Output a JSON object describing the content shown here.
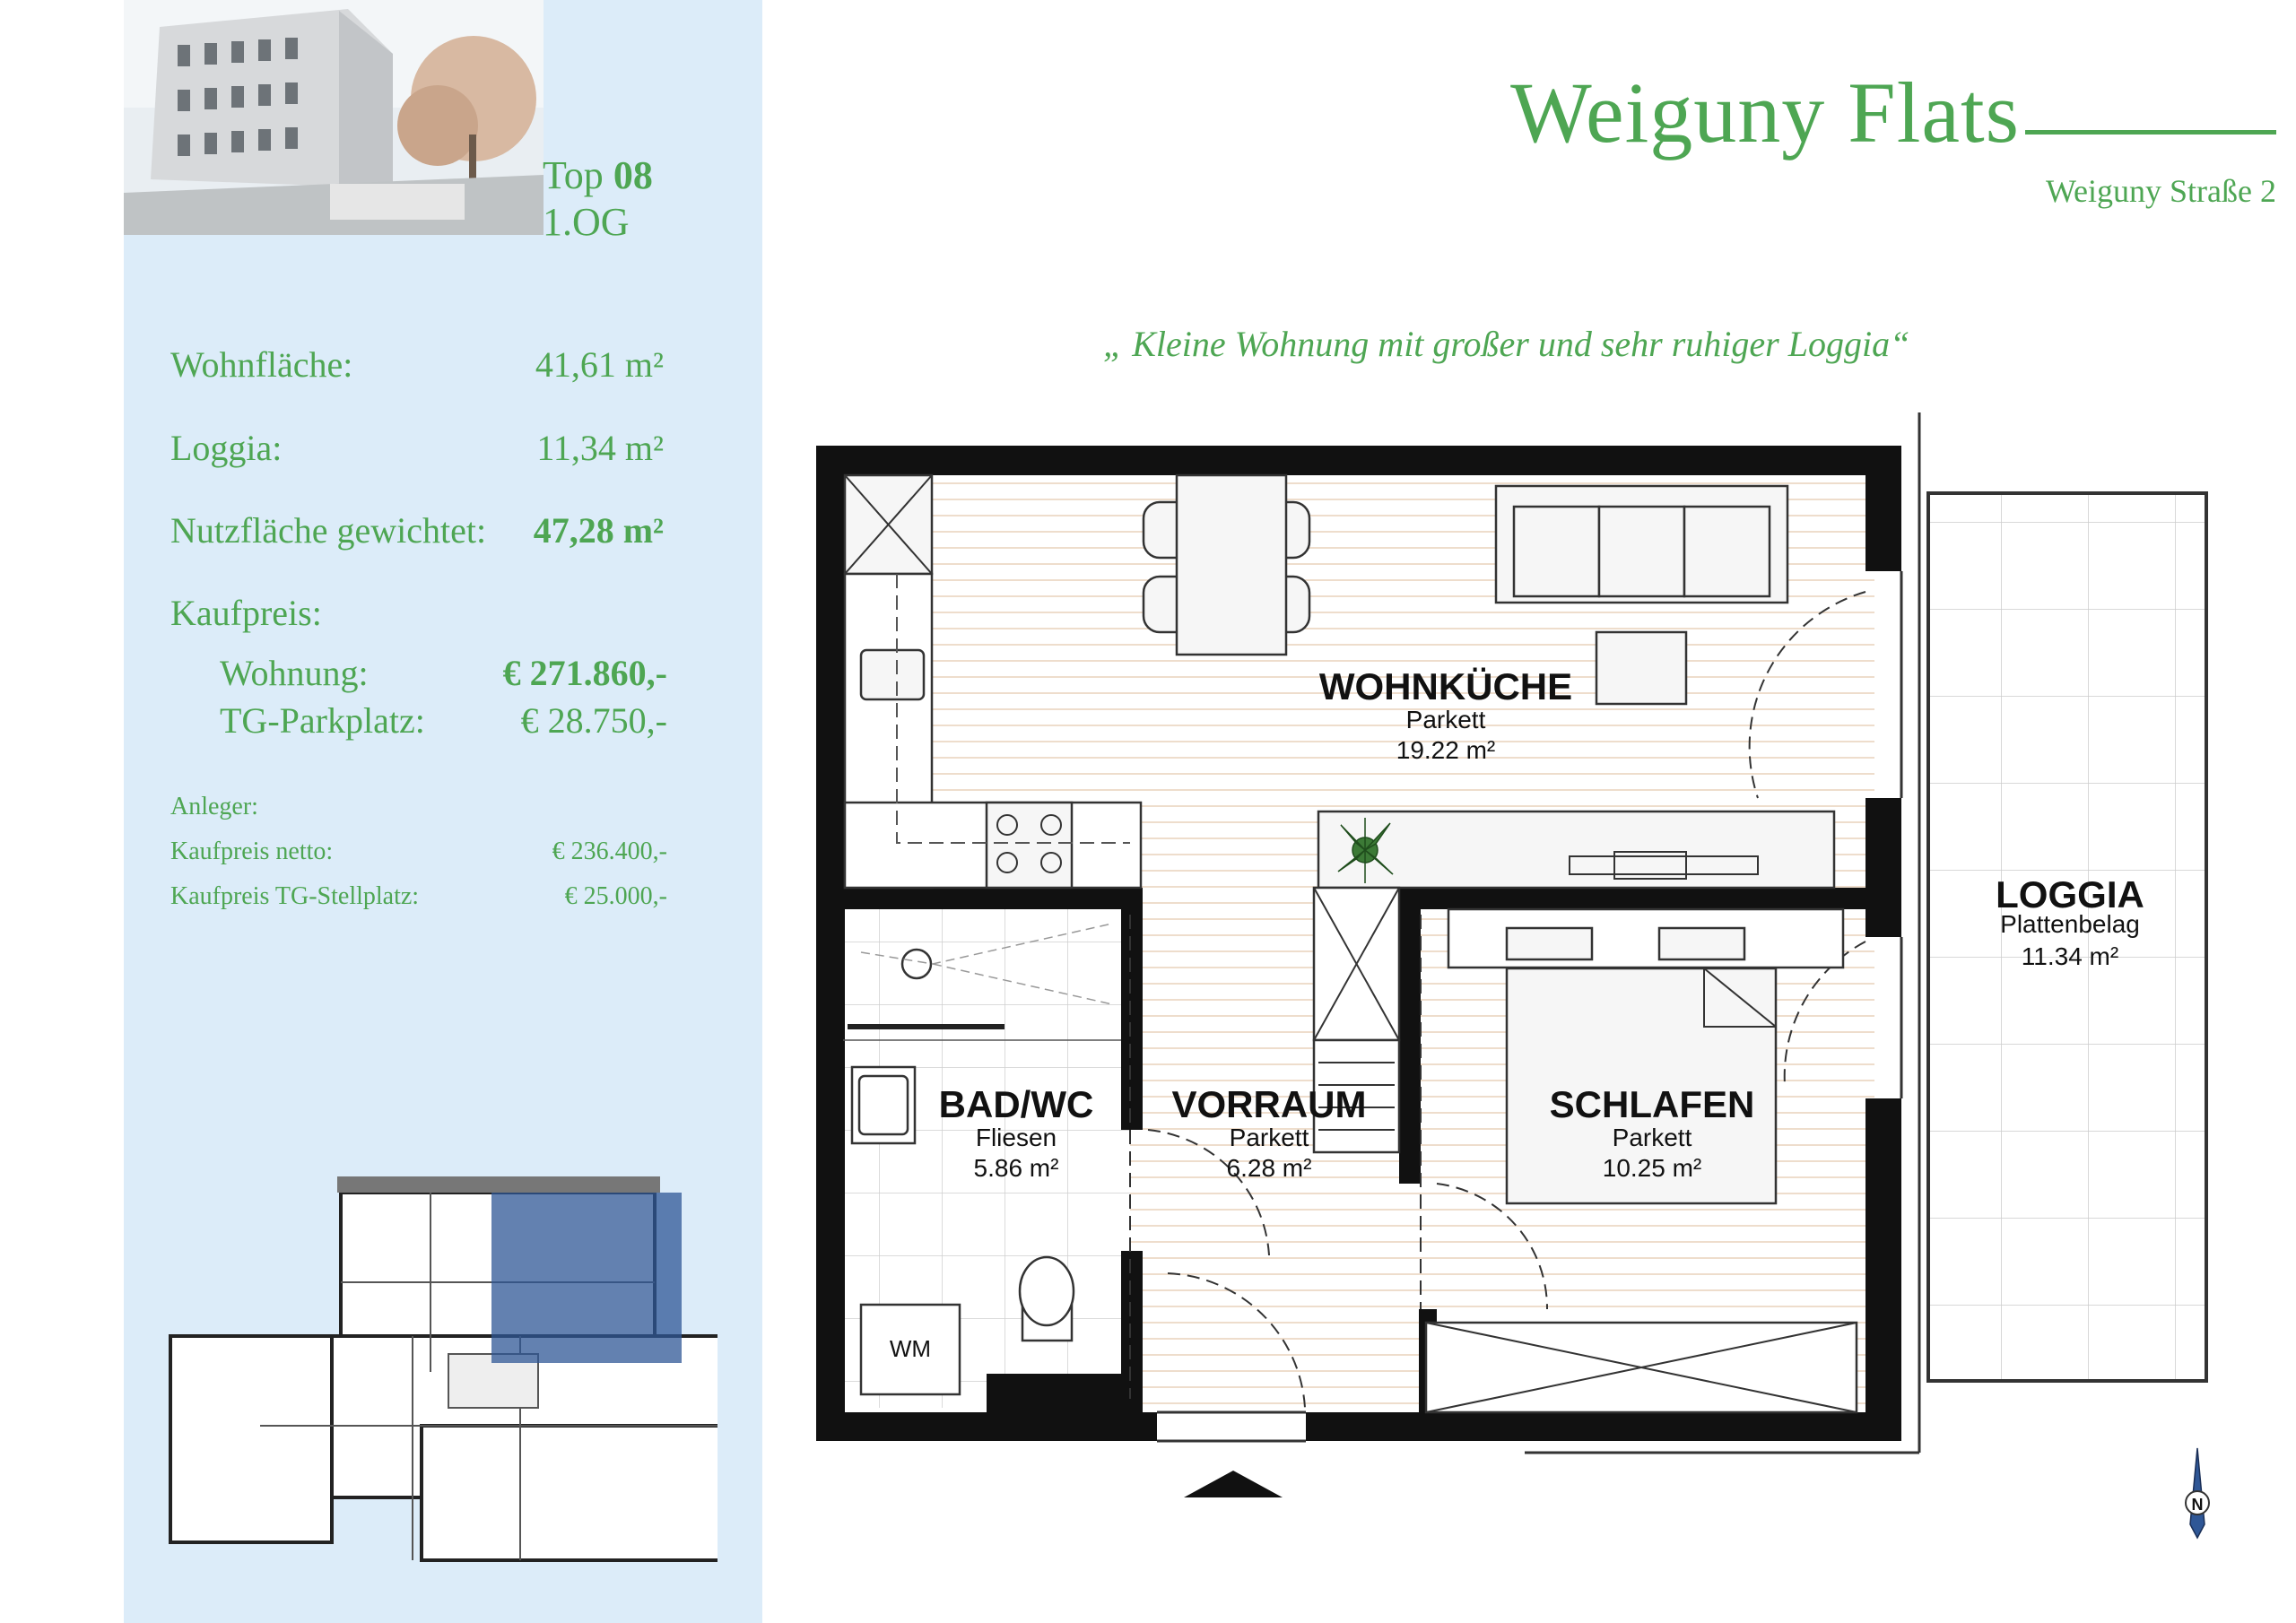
{
  "header": {
    "title": "Weiguny Flats",
    "address": "Weiguny Straße 2",
    "tagline": "„ Kleine Wohnung mit großer und sehr ruhiger Loggia“"
  },
  "unit": {
    "top_prefix": "Top",
    "top_number": "08",
    "floor": "1.OG"
  },
  "areas": [
    {
      "label": "Wohnfläche:",
      "value": "41,61 m²"
    },
    {
      "label": "Loggia:",
      "value": "11,34 m²"
    },
    {
      "label": "Nutzfläche gewichtet:",
      "value": "47,28 m²"
    }
  ],
  "price": {
    "heading": "Kaufpreis:",
    "items": [
      {
        "label": "Wohnung:",
        "value": "€ 271.860,-"
      },
      {
        "label": "TG-Parkplatz:",
        "value": "€ 28.750,-"
      }
    ]
  },
  "investor": {
    "heading": "Anleger:",
    "items": [
      {
        "label": "Kaufpreis netto:",
        "value": "€ 236.400,-"
      },
      {
        "label": "Kaufpreis TG-Stellplatz:",
        "value": "€ 25.000,-"
      }
    ]
  },
  "rooms": [
    {
      "name": "WOHNKÜCHE",
      "floor": "Parkett",
      "area": "19.22 m²"
    },
    {
      "name": "LOGGIA",
      "floor": "Plattenbelag",
      "area": "11.34 m²"
    },
    {
      "name": "BAD/WC",
      "floor": "Fliesen",
      "area": "5.86 m²"
    },
    {
      "name": "VORRAUM",
      "floor": "Parkett",
      "area": "6.28 m²"
    },
    {
      "name": "SCHLAFEN",
      "floor": "Parkett",
      "area": "10.25 m²"
    }
  ],
  "labels": {
    "washing_machine": "WM",
    "compass": "N"
  },
  "colors": {
    "accent": "#4ea653",
    "sidebar_bg": "#dcecf9",
    "wall": "#111111",
    "highlight": "#2f5796"
  }
}
